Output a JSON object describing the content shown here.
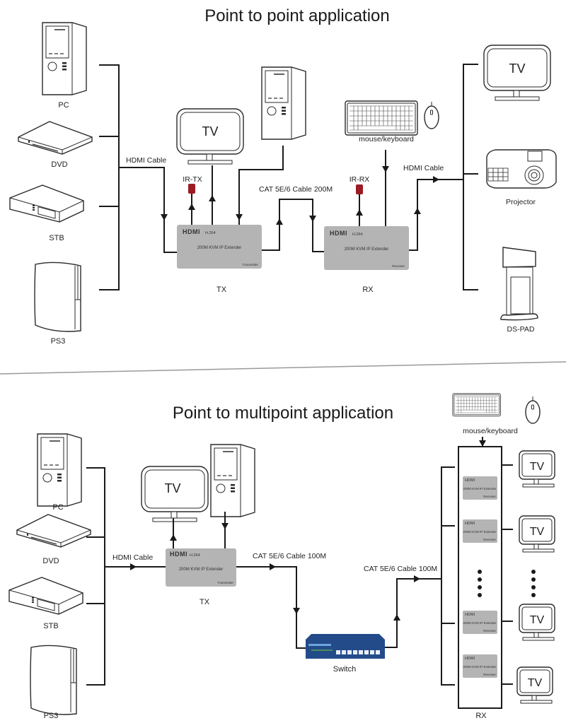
{
  "colors": {
    "line": "#1a1a1a",
    "extender_box": "#b4b4b4",
    "ir_module": "#9b1c24",
    "switch_body": "#234b8a",
    "divider": "#9a9a9a"
  },
  "section1": {
    "title": "Point to point application",
    "sources": [
      {
        "label": "PC",
        "icon": "pc-tower-icon"
      },
      {
        "label": "DVD",
        "icon": "dvd-player-icon"
      },
      {
        "label": "STB",
        "icon": "set-top-box-icon"
      },
      {
        "label": "PS3",
        "icon": "game-console-icon"
      }
    ],
    "hdmi_cable_left": "HDMI Cable",
    "tv_label": "TV",
    "ir_tx": "IR-TX",
    "ir_rx": "IR-RX",
    "cat_cable": "CAT 5E/6 Cable 200M",
    "tx_device": {
      "brand": "HDMI",
      "codec": "H.264",
      "model": "200M KVM IP Extender",
      "role": "Transmitter",
      "caption": "TX"
    },
    "rx_device": {
      "brand": "HDMI",
      "codec": "H.264",
      "model": "200M KVM IP Extender",
      "role": "Receiver",
      "caption": "RX"
    },
    "mouse_keyboard": "mouse/keyboard",
    "hdmi_cable_right": "HDMI Cable",
    "outputs": [
      {
        "label": "TV",
        "icon": "tv-icon"
      },
      {
        "label": "Projector",
        "icon": "projector-icon"
      },
      {
        "label": "DS-PAD",
        "icon": "digital-signage-icon"
      }
    ]
  },
  "section2": {
    "title": "Point to multipoint  application",
    "sources": [
      {
        "label": "PC",
        "icon": "pc-tower-icon"
      },
      {
        "label": "DVD",
        "icon": "dvd-player-icon"
      },
      {
        "label": "STB",
        "icon": "set-top-box-icon"
      },
      {
        "label": "PS3",
        "icon": "game-console-icon"
      }
    ],
    "hdmi_cable": "HDMI Cable",
    "tv_label": "TV",
    "tx_device": {
      "brand": "HDMI",
      "codec": "H.264",
      "model": "200M KVM IP Extender",
      "role": "Transmitter",
      "caption": "TX"
    },
    "cat_cable_tx": "CAT 5E/6 Cable 100M",
    "switch_label": "Switch",
    "cat_cable_rx": "CAT 5E/6 Cable 100M",
    "mouse_keyboard": "mouse/keyboard",
    "rx_caption": "RX",
    "receivers": [
      {
        "brand": "HDMI",
        "codec": "H.264",
        "model": "200M KVM IP Extender",
        "role": "Receiver"
      },
      {
        "brand": "HDMI",
        "codec": "H.264",
        "model": "200M KVM IP Extender",
        "role": "Receiver"
      },
      {
        "brand": "HDMI",
        "codec": "H.264",
        "model": "200M KVM IP Extender",
        "role": "Receiver"
      },
      {
        "brand": "HDMI",
        "codec": "H.264",
        "model": "200M KVM IP Extender",
        "role": "Receiver"
      }
    ],
    "output_tvs": [
      "TV",
      "TV",
      "TV",
      "TV"
    ]
  }
}
